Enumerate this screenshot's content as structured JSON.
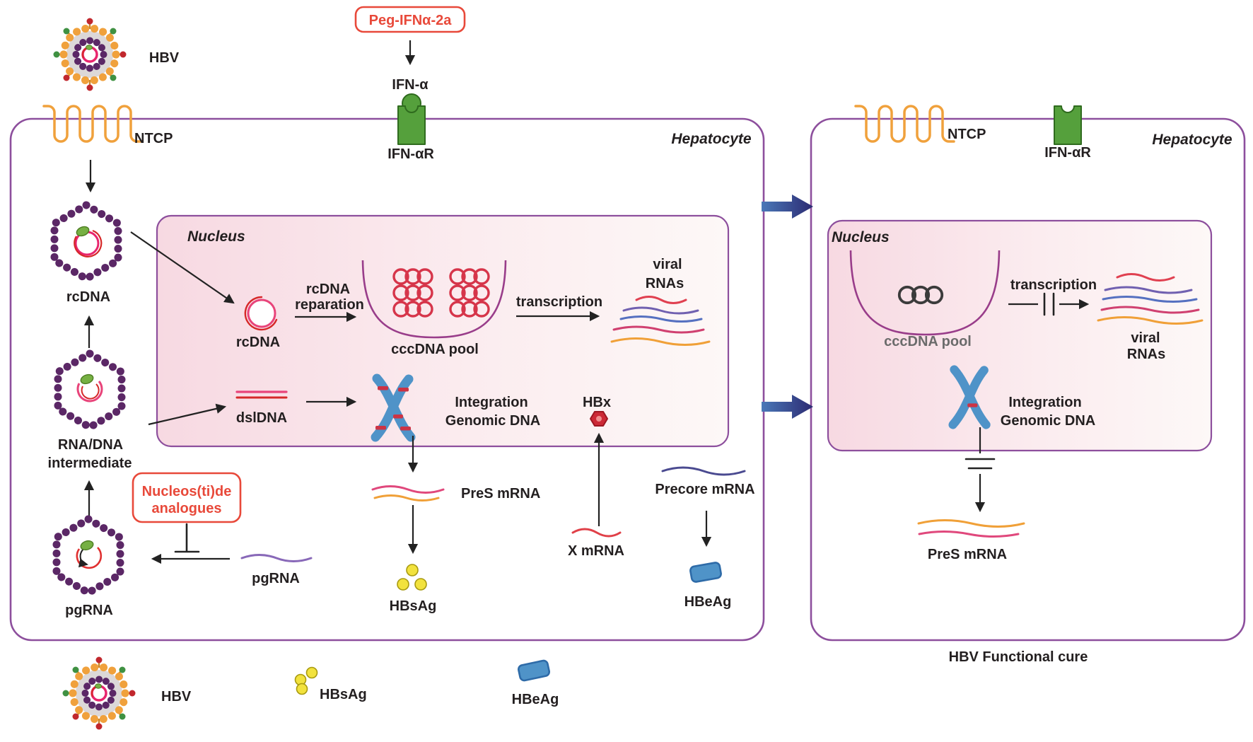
{
  "colors": {
    "membrane_purple": "#8d4f9d",
    "nucleus_pink": "#f7d9e2",
    "accent_red": "#e8493a",
    "cccdna_red": "#d6354a",
    "cccdna_cured_black": "#3b3b3b",
    "capsid_purple": "#5b2766",
    "envelope_orange": "#f0a13c",
    "ifn_green": "#55a03c",
    "chromosome_blue": "#4f93c8",
    "hbsag_yellow": "#f2e23d",
    "hbeag_blue": "#4f93c8",
    "big_arrow_gradient": [
      "#4a78b8",
      "#2c2a72"
    ]
  },
  "top": {
    "hbv": "HBV",
    "peg_ifn": "Peg-IFNα-2a",
    "ifn_alpha": "IFN-α",
    "ifn_receptor": "IFN-αR"
  },
  "left_cell": {
    "title": "Hepatocyte",
    "ntcp": "NTCP",
    "rcdna_capsid": "rcDNA",
    "rna_dna_line1": "RNA/DNA",
    "rna_dna_line2": "intermediate",
    "pgrna_capsid": "pgRNA",
    "na_line1": "Nucleos(ti)de",
    "na_line2": "analogues",
    "pgrna": "pgRNA",
    "pres_mrna": "PreS mRNA",
    "hbsag": "HBsAg",
    "x_mrna": "X mRNA",
    "precore_mrna": "Precore mRNA",
    "hbeag": "HBeAg"
  },
  "left_nucleus": {
    "title": "Nucleus",
    "rcdna": "rcDNA",
    "rep_line1": "rcDNA",
    "rep_line2": "reparation",
    "cccdna_pool": "cccDNA pool",
    "transcription": "transcription",
    "viral_line1": "viral",
    "viral_line2": "RNAs",
    "dsldna": "dslDNA",
    "integration_line1": "Integration",
    "integration_line2": "Genomic DNA",
    "hbx": "HBx"
  },
  "right_cell": {
    "title": "Hepatocyte",
    "ntcp": "NTCP",
    "ifn_receptor": "IFN-αR",
    "pres_mrna": "PreS mRNA",
    "caption": "HBV Functional cure"
  },
  "right_nucleus": {
    "title": "Nucleus",
    "cccdna_pool": "cccDNA pool",
    "transcription": "transcription",
    "viral_line1": "viral",
    "viral_line2": "RNAs",
    "integration_line1": "Integration",
    "integration_line2": "Genomic DNA"
  },
  "legend": {
    "hbv": "HBV",
    "hbsag": "HBsAg",
    "hbeag": "HBeAg"
  }
}
